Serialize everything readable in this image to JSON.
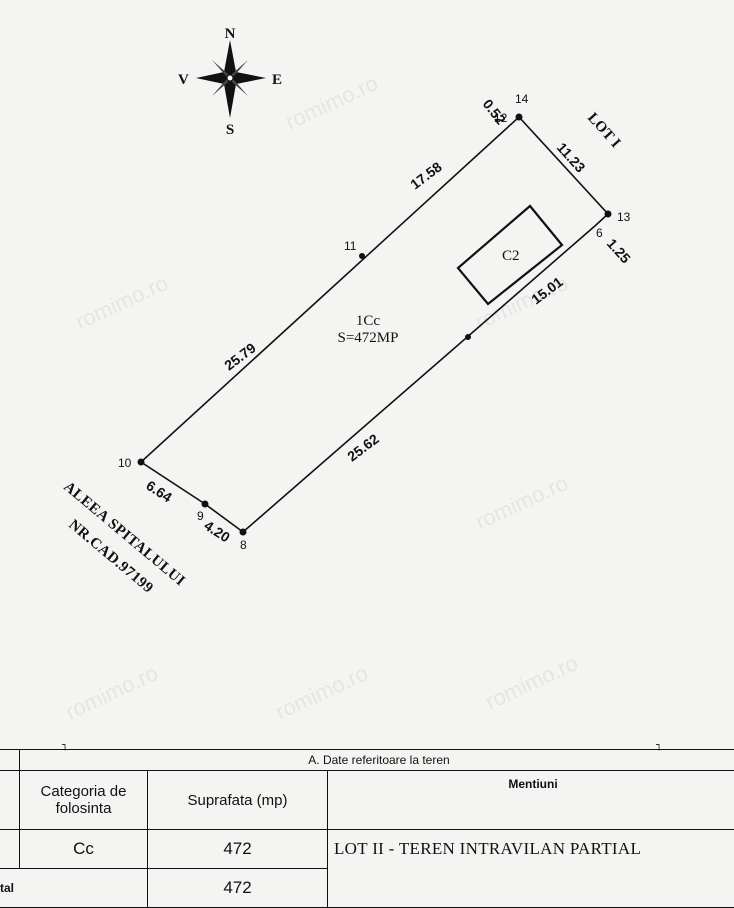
{
  "compass": {
    "n": "N",
    "s": "S",
    "e": "E",
    "w": "V"
  },
  "parcel": {
    "name": "1Cc",
    "area": "S=472MP"
  },
  "building": "C2",
  "neighbor_lot": "LOT I",
  "street": {
    "line1": "ALEEA SPITALULUI",
    "line2": "NR.CAD.97199"
  },
  "dimensions": {
    "d_17_58": "17.58",
    "d_25_79": "25.79",
    "d_11_23": "11.23",
    "d_0_52": "0.52",
    "d_1_25": "1.25",
    "d_15_01": "15.01",
    "d_25_62": "25.62",
    "d_6_64": "6.64",
    "d_4_20": "4.20"
  },
  "points": {
    "p14": "14",
    "p12": "12",
    "p13": "13",
    "p6": "6",
    "p11": "11",
    "p10": "10",
    "p9": "9",
    "p8": "8"
  },
  "table": {
    "section_title": "A. Date referitoare la teren",
    "col_category": "Categoria de folosinta",
    "col_area": "Suprafata (mp)",
    "col_mentions": "Mentiuni",
    "row": {
      "category": "Cc",
      "area": "472",
      "mention": "LOT II  -  TEREN INTRAVILAN PARTIAL"
    },
    "total_label": "tal",
    "total_area": "472"
  }
}
